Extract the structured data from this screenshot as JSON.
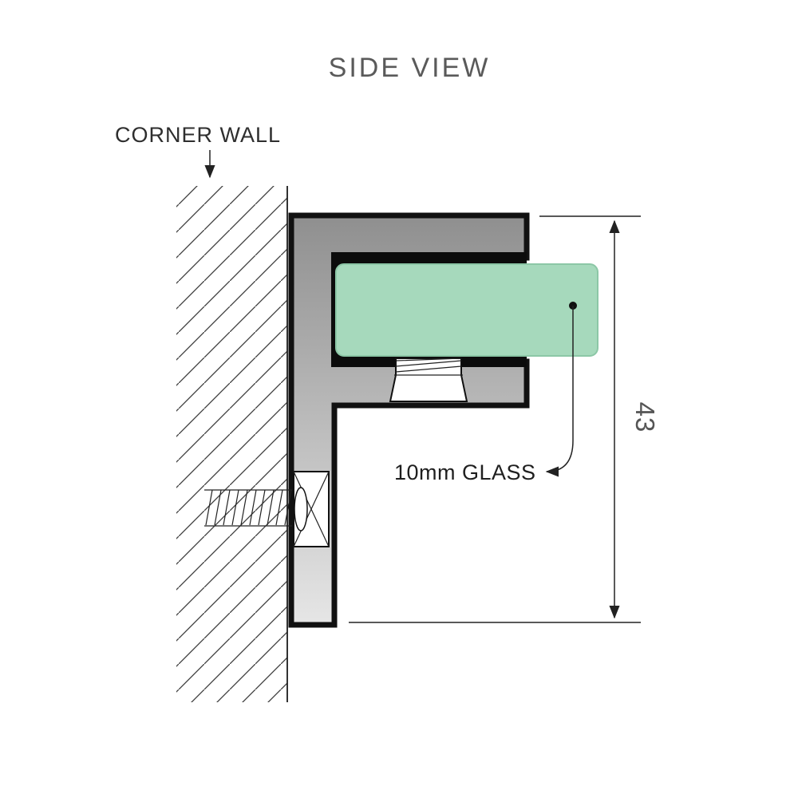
{
  "title": "SIDE VIEW",
  "labels": {
    "wall": "CORNER WALL",
    "glass": "10mm GLASS",
    "dimension": "43"
  },
  "colors": {
    "glass_fill": "#a6d9bc",
    "glass_stroke": "#8cc7a6",
    "metal_dark": "#8f8f8f",
    "metal_light": "#e6e6e6",
    "outline": "#111111",
    "line": "#222222"
  }
}
